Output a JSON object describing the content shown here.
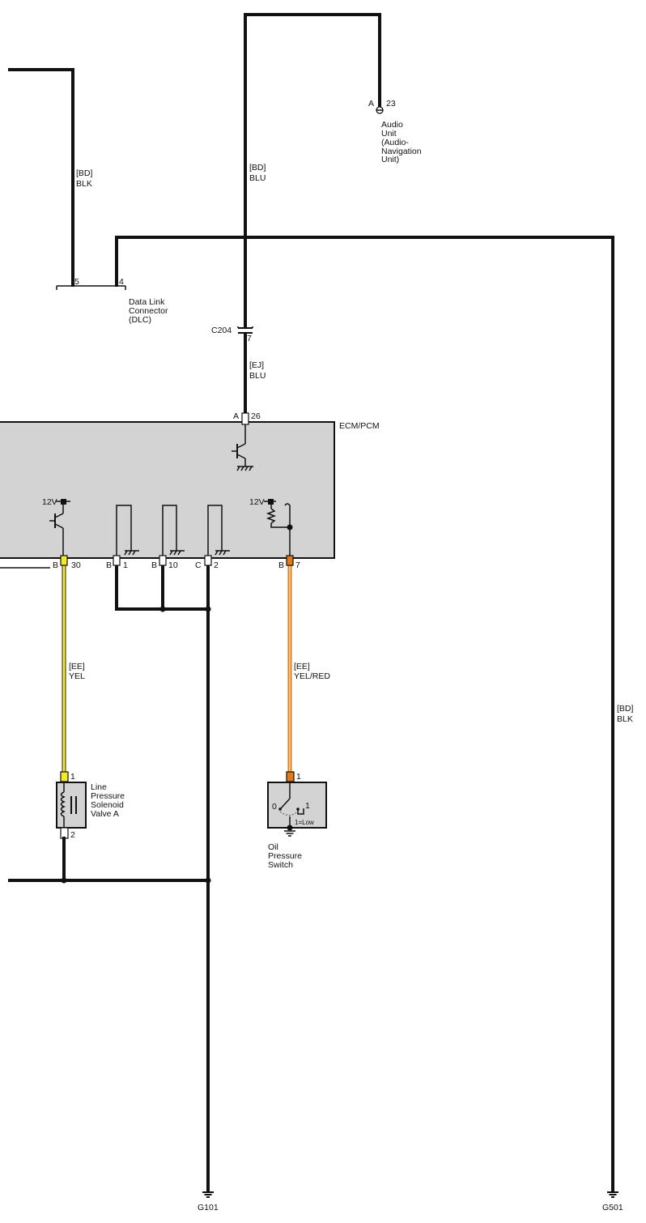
{
  "colors": {
    "blu": "#1a1adb",
    "yel": "#f2ea2a",
    "yel_red_outer": "#e07a1a",
    "yel_red_inner": "#f5c88a",
    "blk": "#111111",
    "component_fill": "#d3d3d3"
  },
  "wires": {
    "w1": {
      "code": "[BD]",
      "color": "BLK"
    },
    "w2": {
      "code": "[BD]",
      "color": "BLU"
    },
    "w3": {
      "code": "[EJ]",
      "color": "BLU"
    },
    "w4": {
      "code": "[EE]",
      "color": "YEL"
    },
    "w5": {
      "code": "[EE]",
      "color": "YEL/RED"
    },
    "w6": {
      "code": "[BD]",
      "color": "BLK"
    }
  },
  "components": {
    "audio": {
      "pin_letter": "A",
      "pin_num": "23",
      "name_lines": [
        "Audio",
        "Unit",
        "(Audio-",
        "Navigation",
        "Unit)"
      ]
    },
    "dlc": {
      "pin_left": "5",
      "pin_right": "4",
      "name_lines": [
        "Data Link",
        "Connector",
        "(DLC)"
      ]
    },
    "c204": {
      "name": "C204",
      "pin": "7"
    },
    "ecm": {
      "name": "ECM/PCM",
      "top_pin_letter": "A",
      "top_pin_num": "26",
      "supply1": "12V",
      "supply2": "12V",
      "pins": [
        {
          "letter": "B",
          "num": "30"
        },
        {
          "letter": "B",
          "num": "1"
        },
        {
          "letter": "B",
          "num": "10"
        },
        {
          "letter": "C",
          "num": "2"
        },
        {
          "letter": "B",
          "num": "7"
        }
      ]
    },
    "solenoid": {
      "pin_top": "1",
      "pin_bottom": "2",
      "name_lines": [
        "Line",
        "Pressure",
        "Solenoid",
        "Valve A"
      ]
    },
    "oil_switch": {
      "pin_top": "1",
      "pos0": "0",
      "pos1": "1",
      "legend": "1=Low",
      "name_lines": [
        "Oil",
        "Pressure",
        "Switch"
      ]
    }
  },
  "grounds": {
    "g1": "G101",
    "g2": "G501"
  }
}
